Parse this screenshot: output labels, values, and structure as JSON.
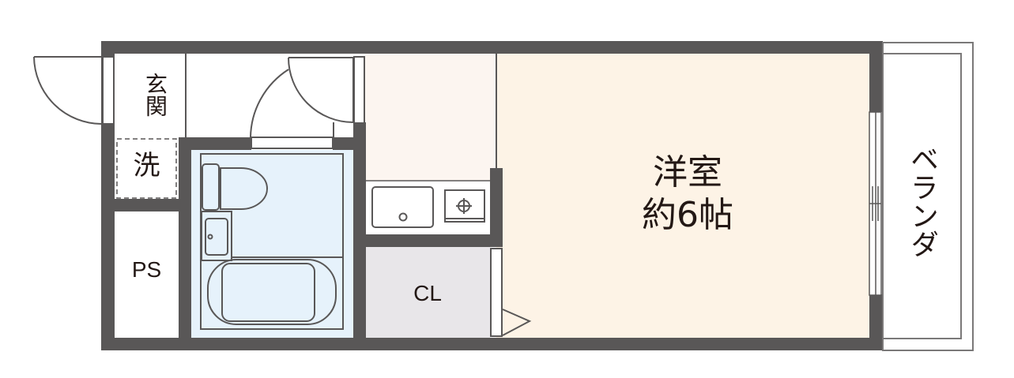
{
  "floorplan": {
    "colors": {
      "wall": "#595757",
      "room_western": "#fdf3e6",
      "kitchen": "#fcf5f0",
      "bathroom": "#e6f2fb",
      "closet": "#e8e6e9",
      "line": "#595757",
      "text": "#231815"
    },
    "rooms": {
      "entrance": {
        "label": "玄関"
      },
      "laundry": {
        "label": "洗"
      },
      "pipe_space": {
        "label": "PS"
      },
      "closet": {
        "label": "CL"
      },
      "western_room": {
        "label_line1": "洋室",
        "label_line2": "約6帖"
      },
      "veranda": {
        "label": "ベランダ"
      }
    },
    "fixtures": [
      "toilet",
      "washbasin",
      "bathtub",
      "kitchen-sink",
      "gas-stove"
    ]
  }
}
